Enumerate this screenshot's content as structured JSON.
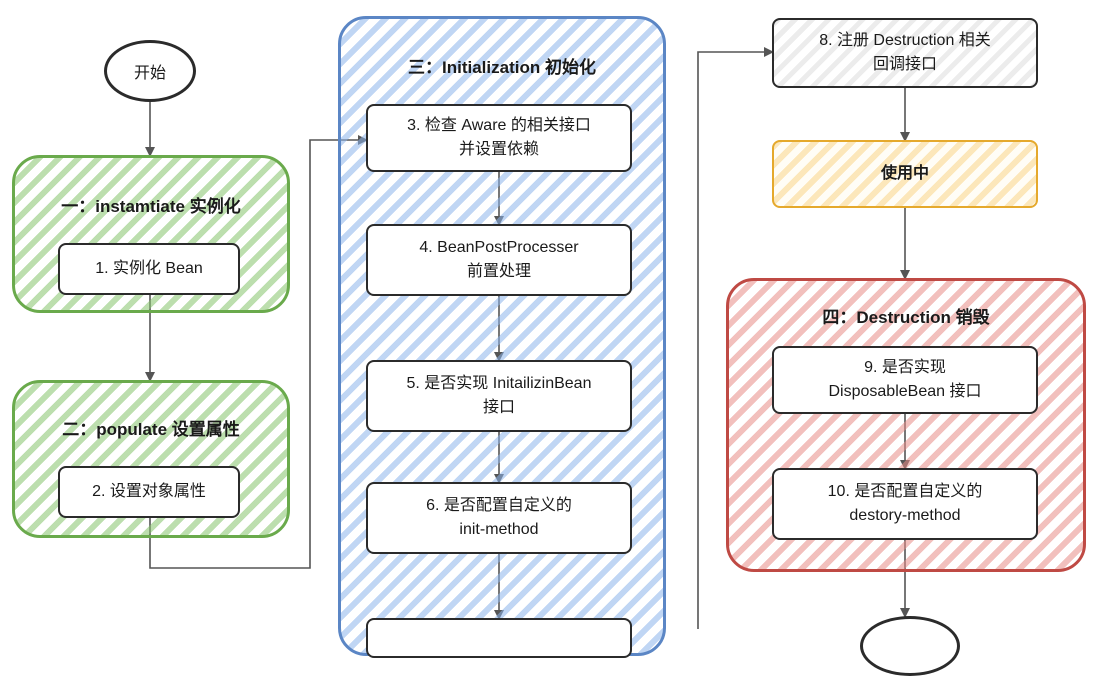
{
  "start": "开始",
  "groups": {
    "instantiate": "一：instamtiate 实例化",
    "populate": "二：populate 设置属性",
    "initialization": "三：Initialization 初始化",
    "destruction": "四：Destruction 销毁"
  },
  "steps": {
    "s1": "1. 实例化 Bean",
    "s2": "2. 设置对象属性",
    "s3": "3. 检查 Aware 的相关接口\n并设置依赖",
    "s4": "4. BeanPostProcesser\n前置处理",
    "s5": "5. 是否实现 InitailizinBean\n接口",
    "s6": "6. 是否配置自定义的\ninit-method",
    "s8": "8. 注册 Destruction 相关\n回调接口",
    "in_use": "使用中",
    "s9": "9. 是否实现\nDisposableBean 接口",
    "s10": "10. 是否配置自定义的\ndestory-method"
  },
  "colors": {
    "green": "#6aaa4c",
    "blue": "#5b86c5",
    "red": "#bf4a44",
    "yellow": "#e5a92c"
  }
}
